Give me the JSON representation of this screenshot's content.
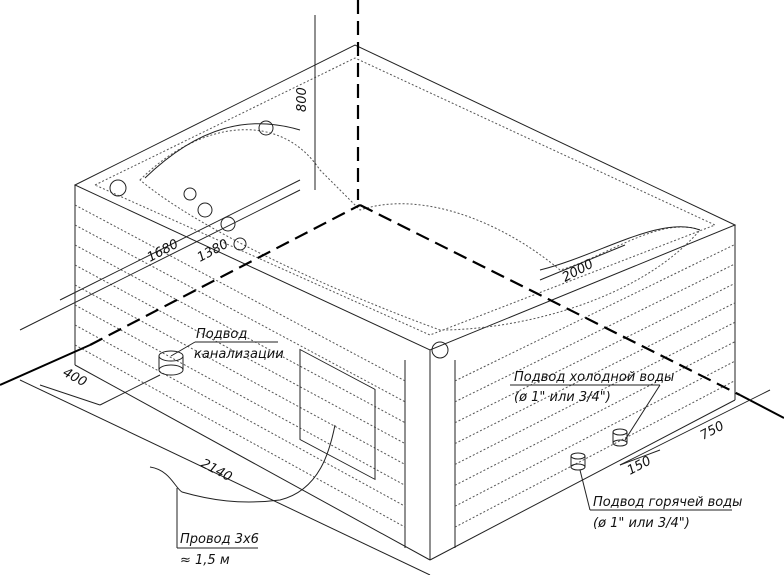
{
  "dimensions": {
    "height": "800",
    "width_outer": "1680",
    "width_inner": "1380",
    "length_inner": "2000",
    "drain_offset": "400",
    "length_outer": "2140",
    "cold_offset": "750",
    "hot_offset": "150"
  },
  "labels": {
    "drain_line1": "Подвод",
    "drain_line2": "канализации",
    "cold_line1": "Подвод холодной воды",
    "cold_line2": "(ø 1\" или 3/4\")",
    "hot_line1": "Подвод горячей воды",
    "hot_line2": "(ø 1\" или 3/4\")",
    "cable_line1": "Провод 3х6",
    "cable_line2": "≈ 1,5 м"
  }
}
